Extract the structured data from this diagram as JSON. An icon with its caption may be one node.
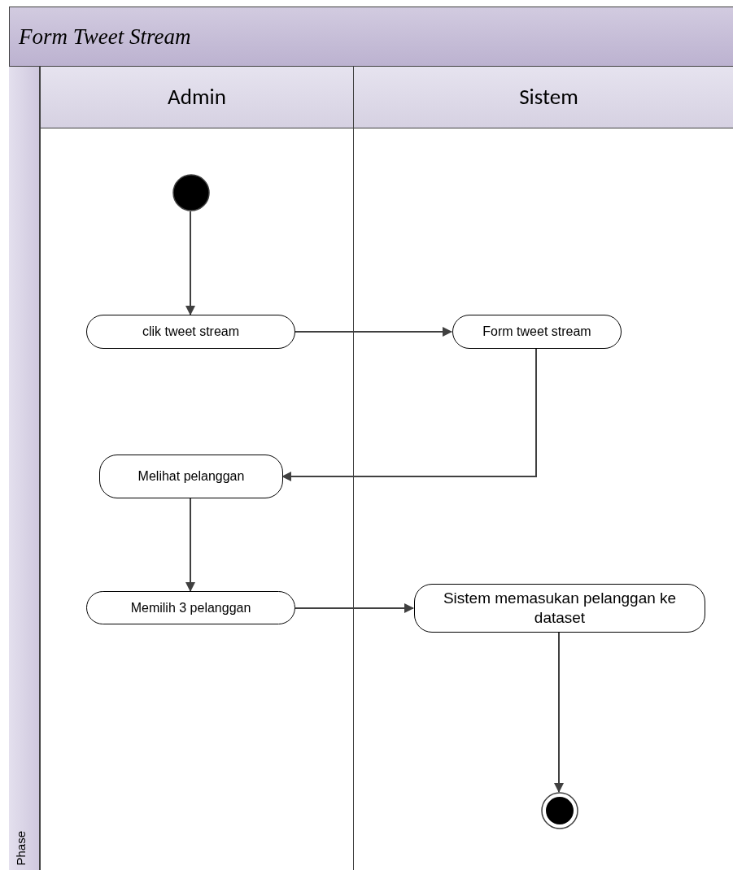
{
  "diagram": {
    "title": "Form Tweet Stream",
    "nodes": [
      {
        "text": [
          "Phase"
        ]
      },
      {
        "text": [
          "Admin"
        ]
      },
      {
        "text": [
          "Sistem"
        ]
      },
      {
        "text": [],
        "shape": "circle",
        "in": 1
      },
      {
        "text": [
          "clik tweet stream"
        ],
        "in": 1
      },
      {
        "text": [
          "Form tweet stream"
        ],
        "in": 2
      },
      {
        "text": [
          "Melihat pelanggan"
        ],
        "in": 1
      },
      {
        "text": [
          "Memilih 3 pelanggan"
        ],
        "in": 1
      },
      {
        "text": [
          "Sistem memasukan pelanggan ke dataset"
        ],
        "in": 2
      },
      {
        "text": [],
        "shape": "circle",
        "in": 2
      }
    ],
    "edges": [
      {
        "from": 3,
        "to": 4,
        "arrow": "to"
      },
      {
        "from": 4,
        "to": 5,
        "arrow": "to"
      },
      {
        "from": 5,
        "to": 6,
        "arrow": "to"
      },
      {
        "from": 6,
        "to": 7,
        "arrow": "to"
      },
      {
        "from": 7,
        "to": 8,
        "arrow": "to"
      },
      {
        "from": 8,
        "to": 9,
        "arrow": "to"
      }
    ]
  }
}
